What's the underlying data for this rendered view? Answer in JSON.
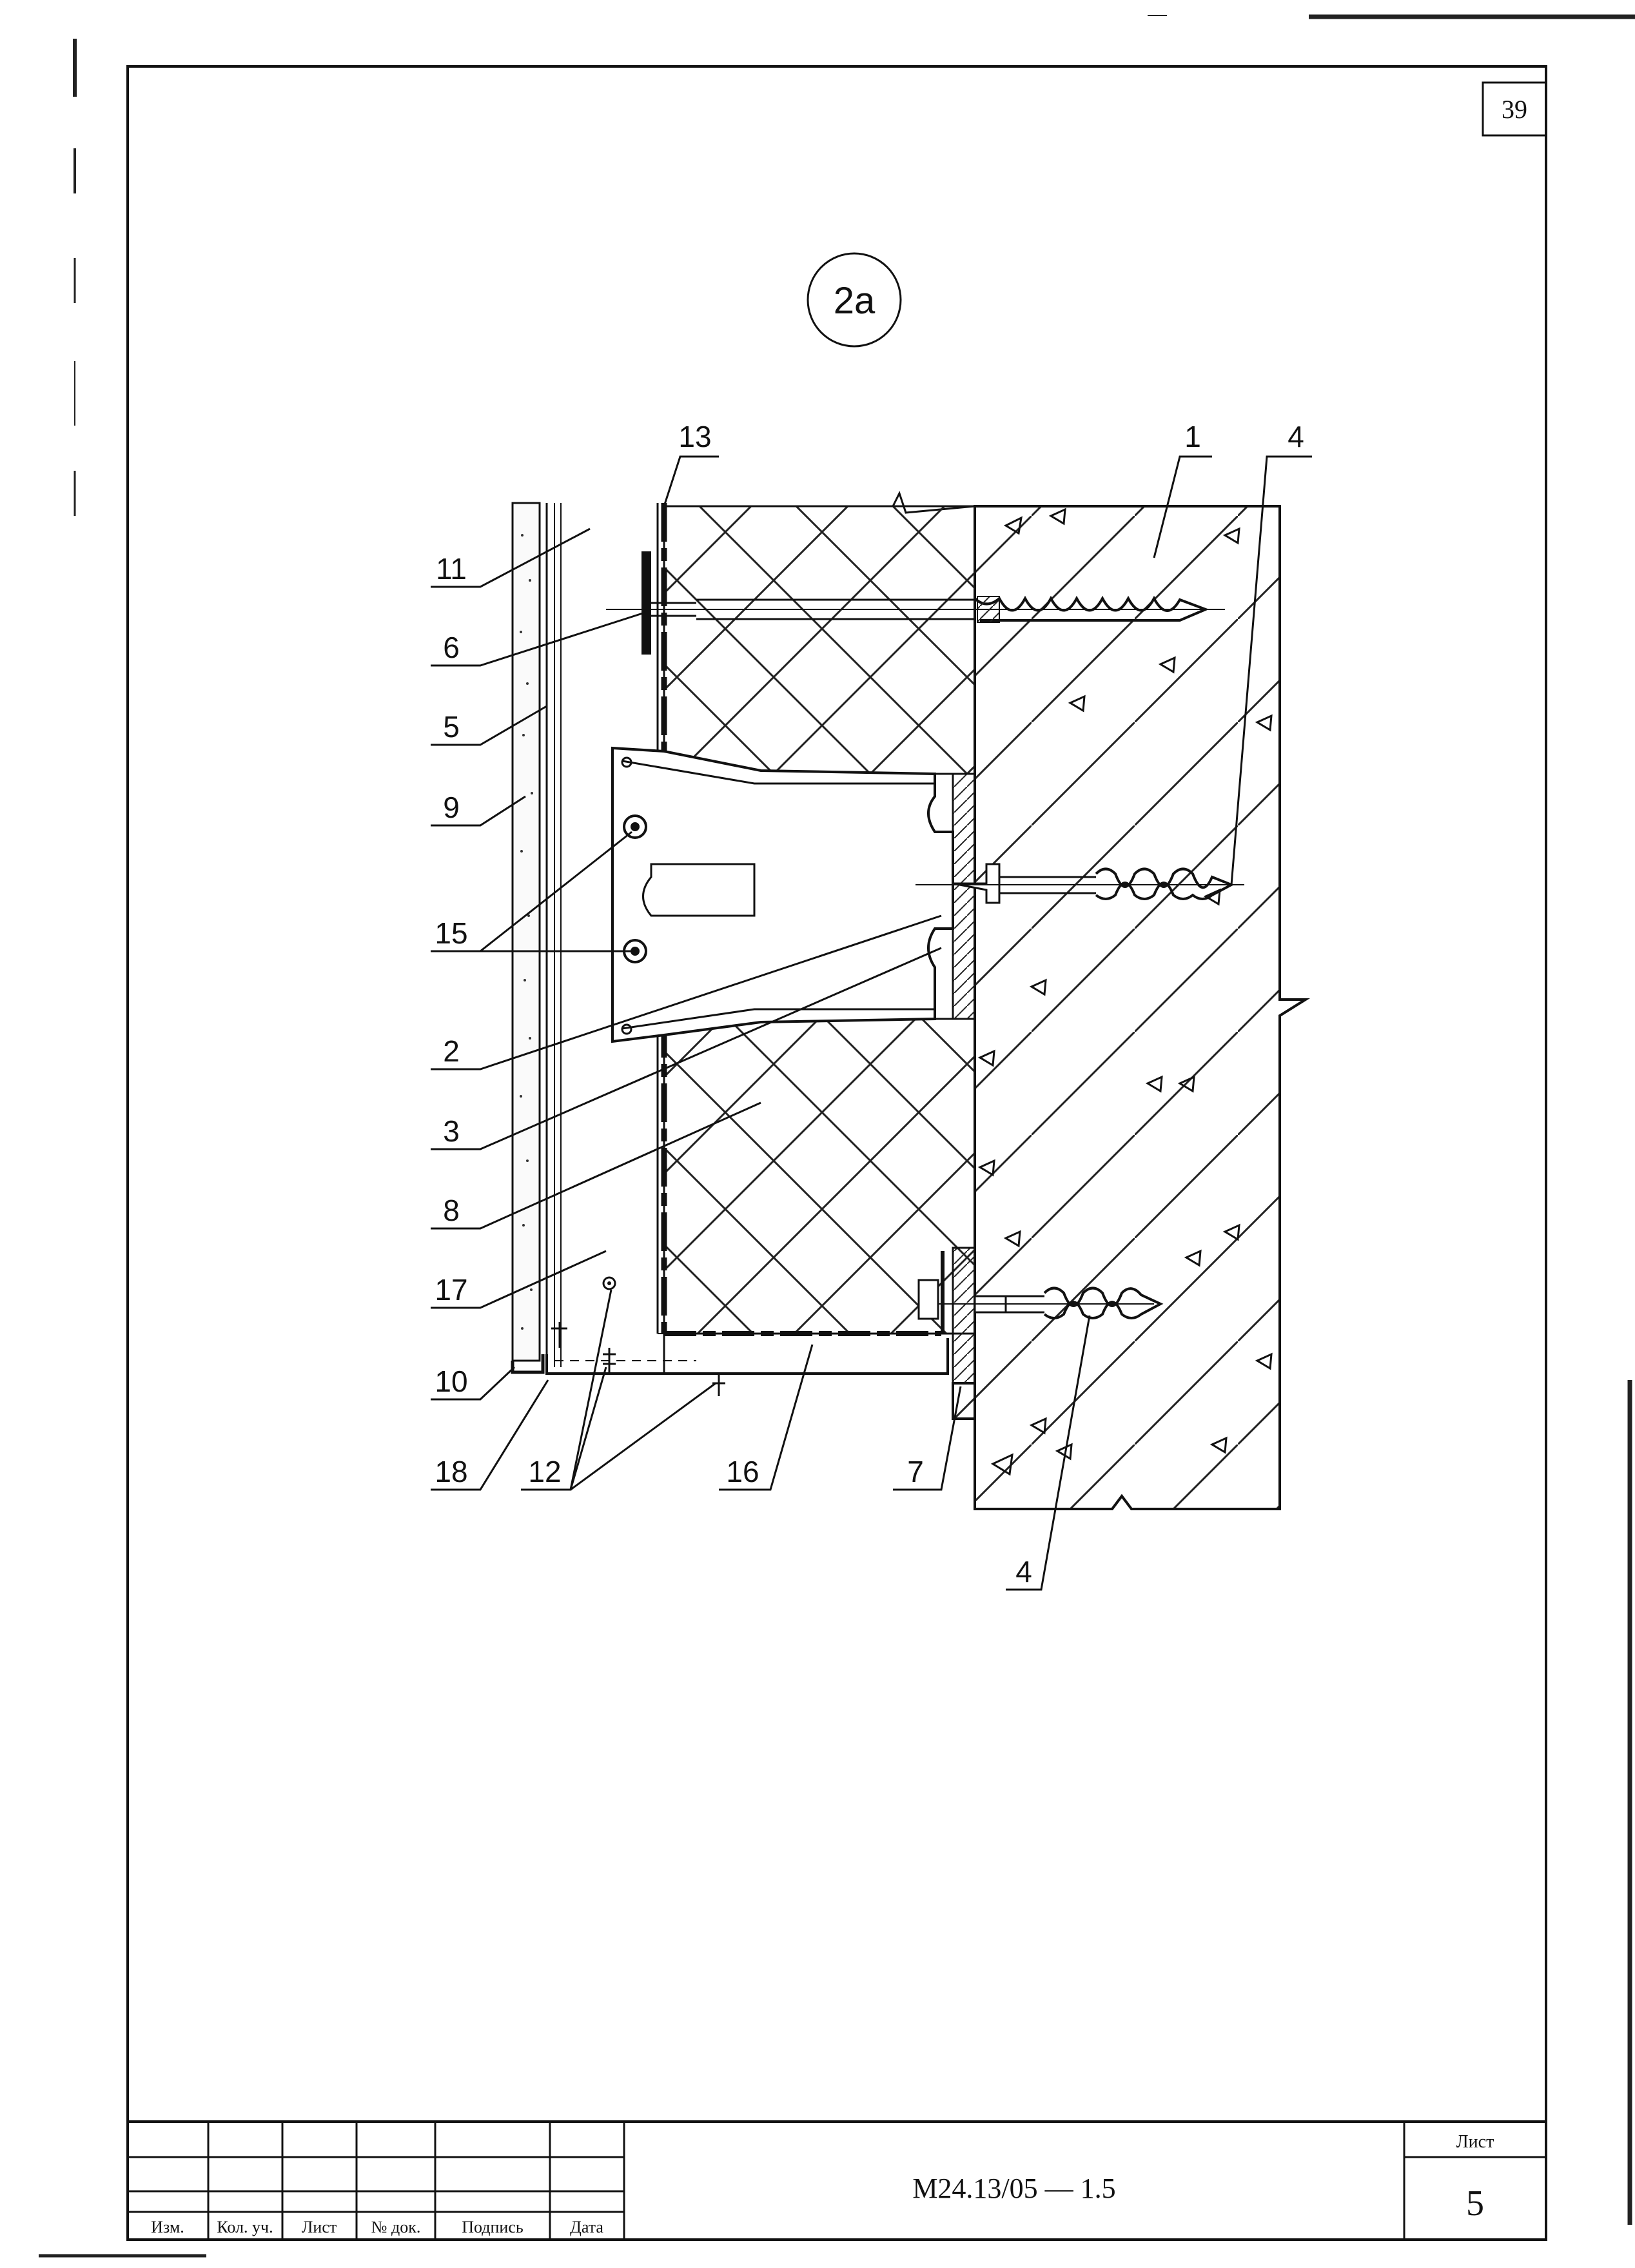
{
  "sheet_number_top": "39",
  "view_label": "2а",
  "callouts": {
    "c1": "1",
    "c2": "2",
    "c3": "3",
    "c4a": "4",
    "c4b": "4",
    "c5": "5",
    "c6": "6",
    "c7": "7",
    "c8": "8",
    "c9": "9",
    "c10": "10",
    "c11": "11",
    "c12": "12",
    "c13": "13",
    "c15": "15",
    "c16": "16",
    "c17": "17",
    "c18": "18"
  },
  "title_block": {
    "designation": "М24.13/05 — 1.5",
    "sheet_label": "Лист",
    "sheet_value": "5",
    "columns": [
      "Изм.",
      "Кол. уч.",
      "Лист",
      "№ док.",
      "Подпись",
      "Дата"
    ]
  }
}
